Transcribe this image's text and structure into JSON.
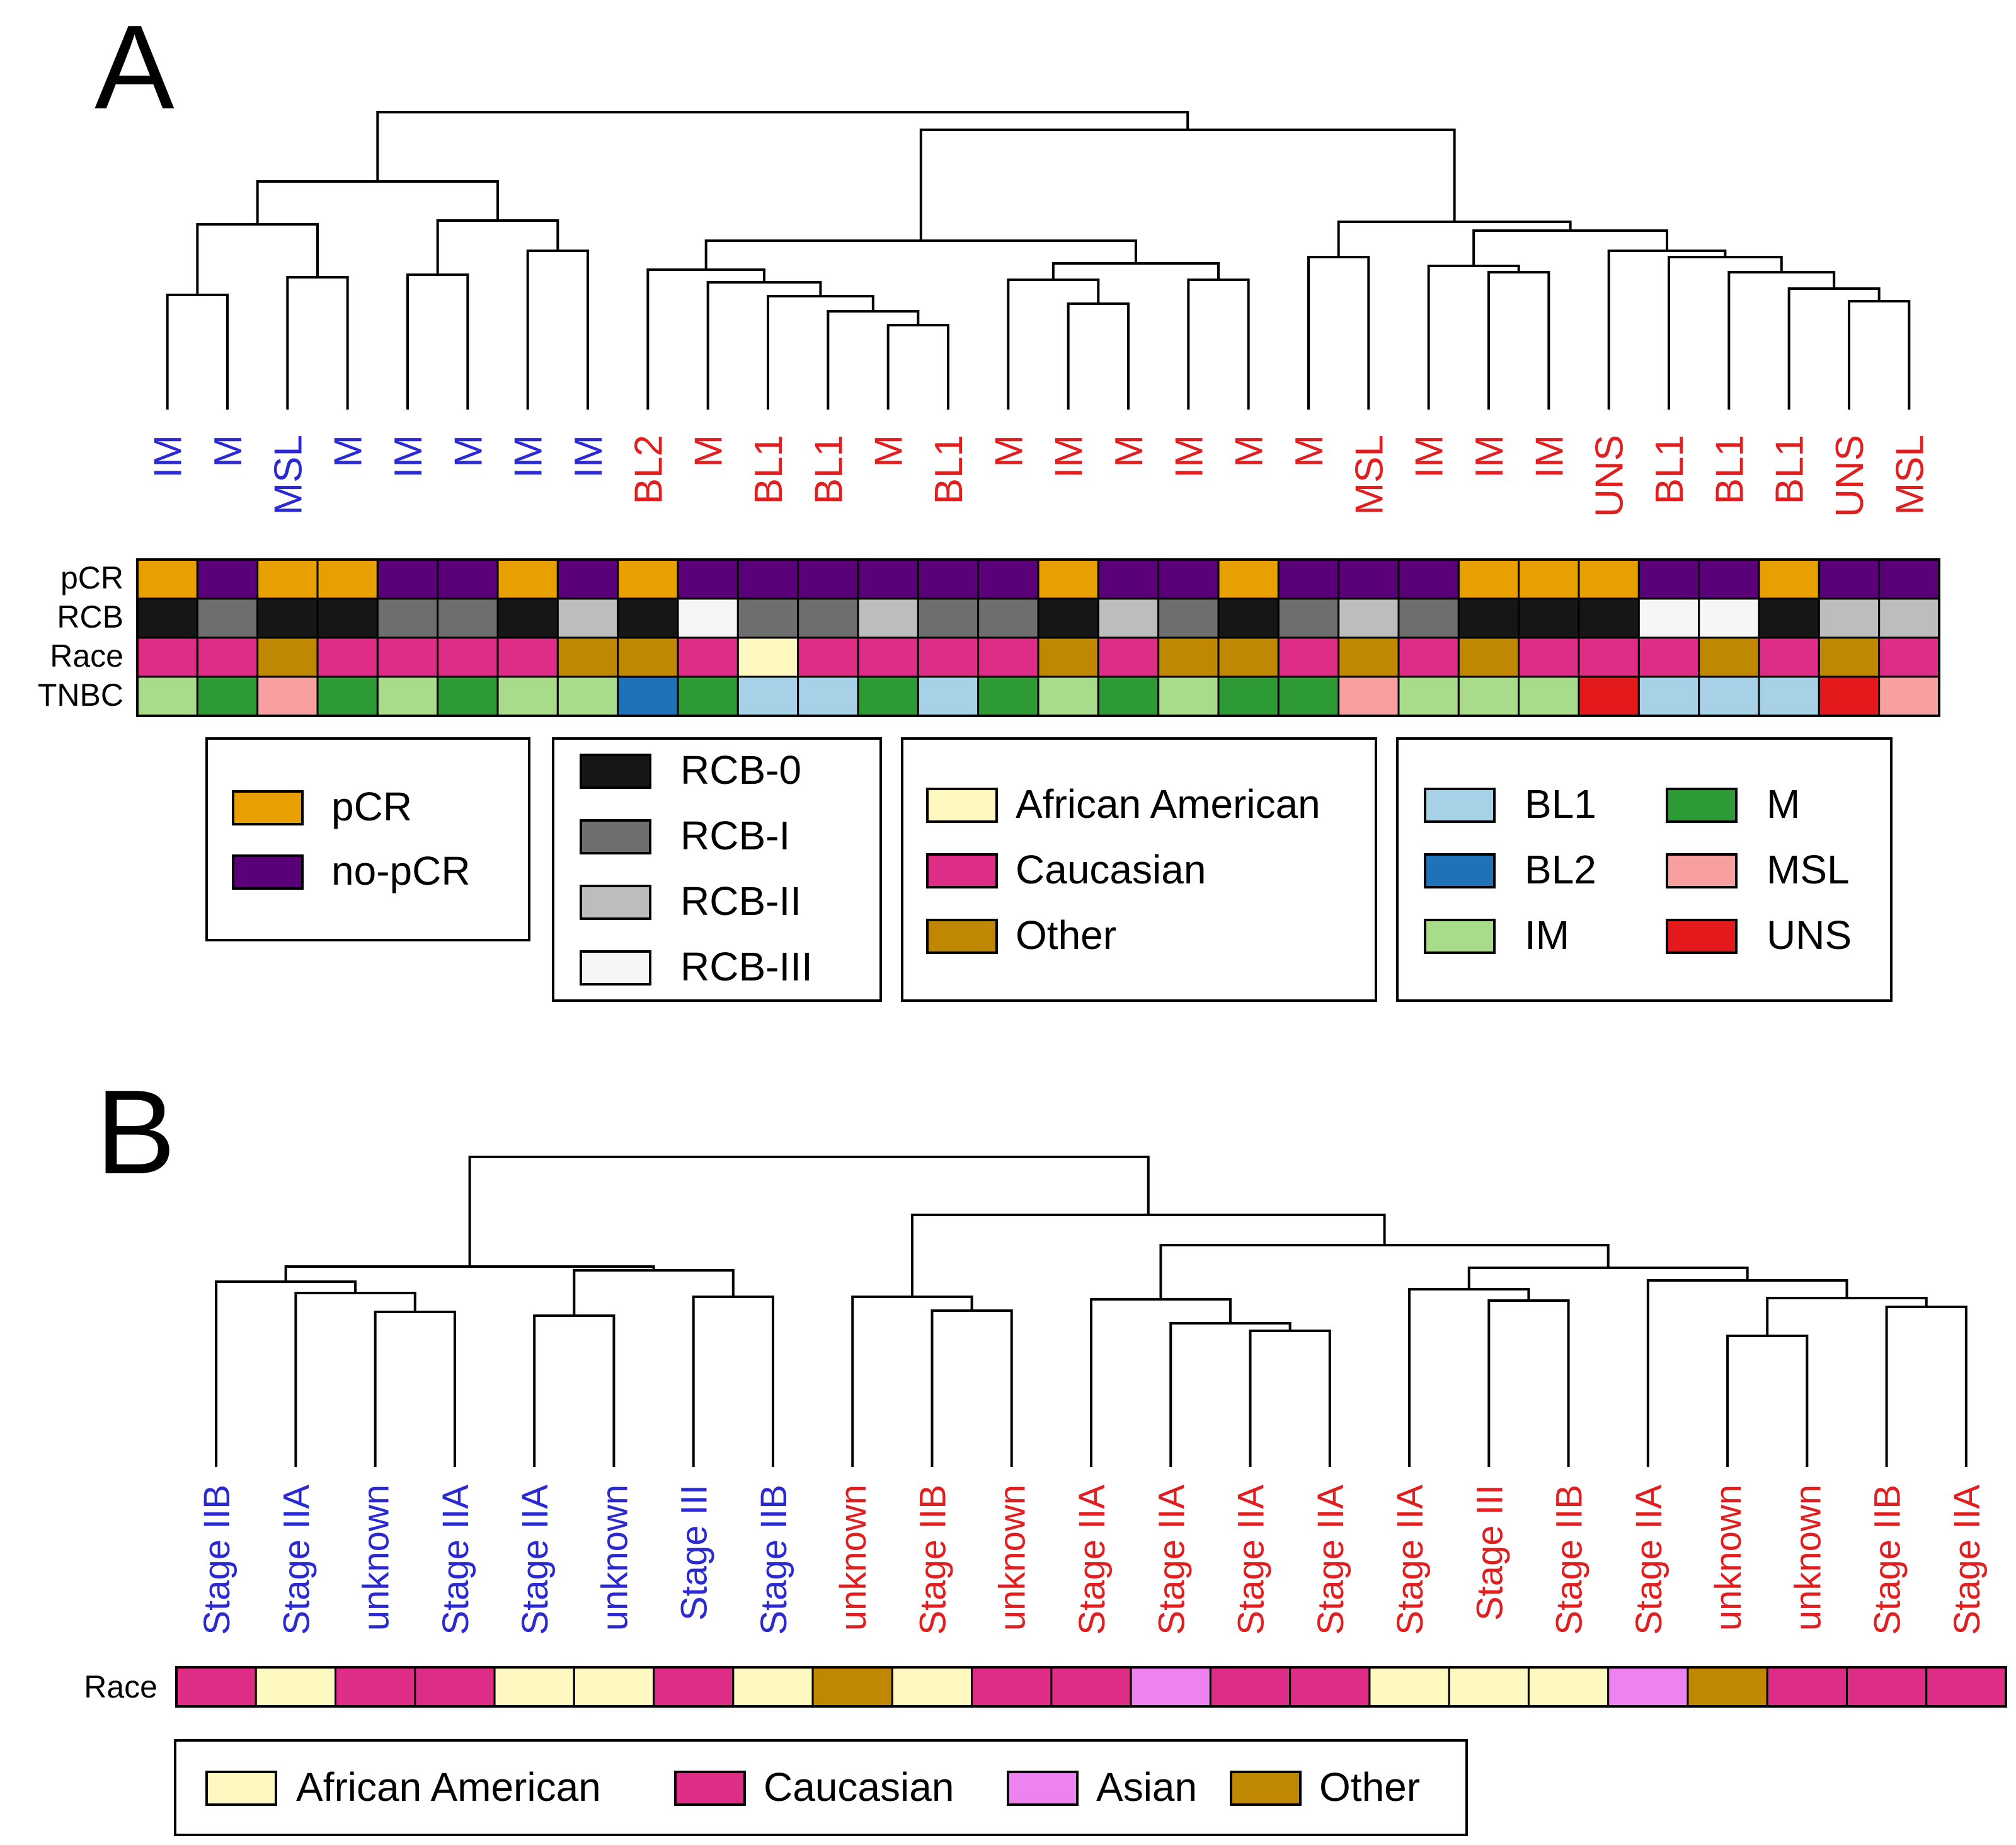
{
  "panel_a": {
    "letter": "A",
    "leaves": [
      "IM",
      "M",
      "MSL",
      "M",
      "IM",
      "M",
      "IM",
      "IM",
      "BL2",
      "M",
      "BL1",
      "BL1",
      "M",
      "BL1",
      "M",
      "IM",
      "M",
      "IM",
      "M",
      "M",
      "MSL",
      "IM",
      "IM",
      "IM",
      "UNS",
      "BL1",
      "BL1",
      "BL1",
      "UNS",
      "MSL"
    ],
    "leaf_groups": [
      "blue",
      "blue",
      "blue",
      "blue",
      "blue",
      "blue",
      "blue",
      "blue",
      "red",
      "red",
      "red",
      "red",
      "red",
      "red",
      "red",
      "red",
      "red",
      "red",
      "red",
      "red",
      "red",
      "red",
      "red",
      "red",
      "red",
      "red",
      "red",
      "red",
      "red",
      "red"
    ],
    "track_labels": {
      "pcr": "pCR",
      "rcb": "RCB",
      "race": "Race",
      "tnbc": "TNBC"
    },
    "tracks": {
      "pcr": [
        "pCR",
        "no-pCR",
        "pCR",
        "pCR",
        "no-pCR",
        "no-pCR",
        "pCR",
        "no-pCR",
        "pCR",
        "no-pCR",
        "no-pCR",
        "no-pCR",
        "no-pCR",
        "no-pCR",
        "no-pCR",
        "pCR",
        "no-pCR",
        "no-pCR",
        "pCR",
        "no-pCR",
        "no-pCR",
        "no-pCR",
        "pCR",
        "pCR",
        "pCR",
        "no-pCR",
        "no-pCR",
        "pCR",
        "no-pCR",
        "no-pCR"
      ],
      "rcb": [
        "RCB-0",
        "RCB-I",
        "RCB-0",
        "RCB-0",
        "RCB-I",
        "RCB-I",
        "RCB-0",
        "RCB-II",
        "RCB-0",
        "RCB-III",
        "RCB-I",
        "RCB-I",
        "RCB-II",
        "RCB-I",
        "RCB-I",
        "RCB-0",
        "RCB-II",
        "RCB-I",
        "RCB-0",
        "RCB-I",
        "RCB-II",
        "RCB-I",
        "RCB-0",
        "RCB-0",
        "RCB-0",
        "RCB-III",
        "RCB-III",
        "RCB-0",
        "RCB-II",
        "RCB-II"
      ],
      "race": [
        "Caucasian",
        "Caucasian",
        "Other",
        "Caucasian",
        "Caucasian",
        "Caucasian",
        "Caucasian",
        "Other",
        "Other",
        "Caucasian",
        "African American",
        "Caucasian",
        "Caucasian",
        "Caucasian",
        "Caucasian",
        "Other",
        "Caucasian",
        "Other",
        "Other",
        "Caucasian",
        "Other",
        "Caucasian",
        "Other",
        "Caucasian",
        "Caucasian",
        "Caucasian",
        "Other",
        "Caucasian",
        "Other",
        "Caucasian"
      ],
      "tnbc": [
        "IM",
        "M",
        "MSL",
        "M",
        "IM",
        "M",
        "IM",
        "IM",
        "BL2",
        "M",
        "BL1",
        "BL1",
        "M",
        "BL1",
        "M",
        "IM",
        "M",
        "IM",
        "M",
        "M",
        "MSL",
        "IM",
        "IM",
        "IM",
        "UNS",
        "BL1",
        "BL1",
        "BL1",
        "UNS",
        "MSL"
      ]
    },
    "legends": {
      "pcr": [
        "pCR",
        "no-pCR"
      ],
      "rcb": [
        "RCB-0",
        "RCB-I",
        "RCB-II",
        "RCB-III"
      ],
      "race": [
        "African American",
        "Caucasian",
        "Other"
      ],
      "tnbc": [
        "BL1",
        "BL2",
        "IM",
        "M",
        "MSL",
        "UNS"
      ]
    }
  },
  "panel_b": {
    "letter": "B",
    "leaves": [
      "Stage IIB",
      "Stage IIA",
      "unknown",
      "Stage IIA",
      "Stage IIA",
      "unknown",
      "Stage III",
      "Stage IIB",
      "unknown",
      "Stage IIB",
      "unknown",
      "Stage IIA",
      "Stage IIA",
      "Stage IIA",
      "Stage IIA",
      "Stage IIA",
      "Stage III",
      "Stage IIB",
      "Stage IIA",
      "unknown",
      "unknown",
      "Stage IIB",
      "Stage IIA"
    ],
    "leaf_groups": [
      "blue",
      "blue",
      "blue",
      "blue",
      "blue",
      "blue",
      "blue",
      "blue",
      "red",
      "red",
      "red",
      "red",
      "red",
      "red",
      "red",
      "red",
      "red",
      "red",
      "red",
      "red",
      "red",
      "red",
      "red"
    ],
    "track_label": "Race",
    "race": [
      "Caucasian",
      "African American",
      "Caucasian",
      "Caucasian",
      "African American",
      "African American",
      "Caucasian",
      "African American",
      "Other",
      "African American",
      "Caucasian",
      "Caucasian",
      "Asian",
      "Caucasian",
      "Caucasian",
      "African American",
      "African American",
      "African American",
      "Asian",
      "Other",
      "Caucasian",
      "Caucasian",
      "Caucasian"
    ],
    "legend": [
      "African American",
      "Caucasian",
      "Asian",
      "Other"
    ]
  },
  "colors": {
    "label_groups": {
      "blue": "#2a2ad0",
      "red": "#e02020"
    },
    "pcr": {
      "pCR": "#e8a000",
      "no-pCR": "#5a0078"
    },
    "rcb": {
      "RCB-0": "#161616",
      "RCB-I": "#6e6e6e",
      "RCB-II": "#bdbdbd",
      "RCB-III": "#f6f6f6"
    },
    "race": {
      "African American": "#fff8c0",
      "Caucasian": "#dd2d86",
      "Other": "#c08800",
      "Asian": "#ee82ee"
    },
    "tnbc": {
      "BL1": "#a6d1e6",
      "BL2": "#1f72b8",
      "IM": "#a8dc8a",
      "M": "#2e9a36",
      "MSL": "#f8a0a0",
      "UNS": "#e3191c"
    },
    "race_b_legend": {
      "African American": "#fff8c0",
      "Caucasian": "#dd2d86",
      "Asian": "#ee82ee",
      "Other": "#c08800"
    }
  }
}
